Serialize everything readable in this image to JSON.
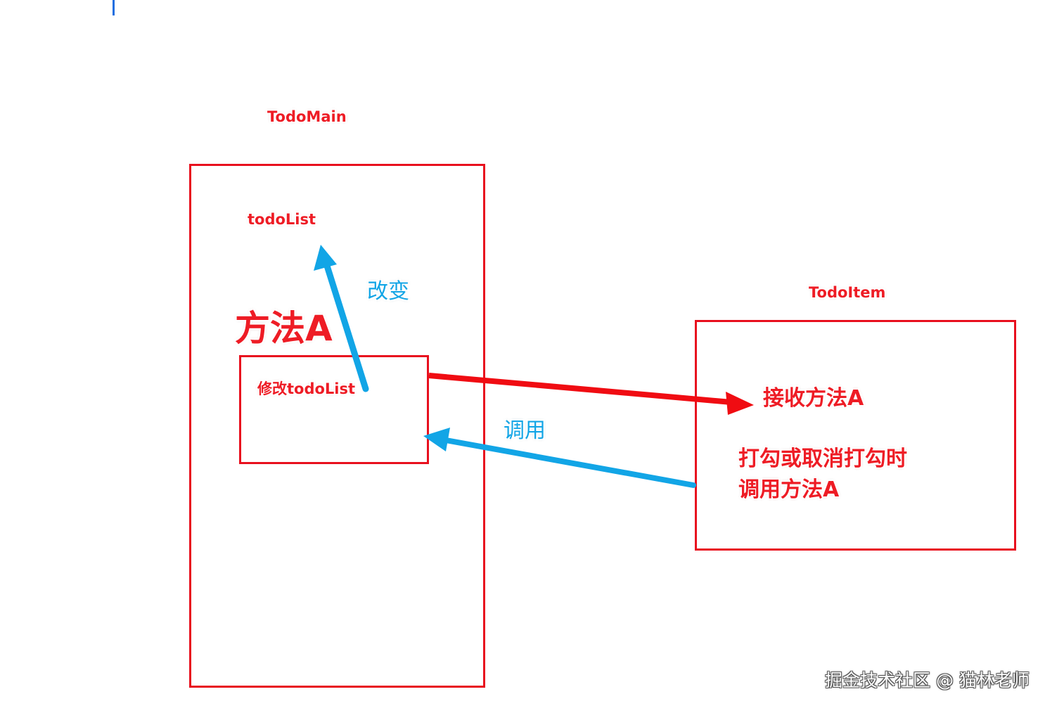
{
  "labels": {
    "todomain": "TodoMain",
    "todolist": "todoList",
    "change": "改变",
    "method_a": "方法A",
    "modify_todolist": "修改todoList",
    "todoitem": "TodoItem",
    "receive_method_a": "接收方法A",
    "call": "调用",
    "check_line1": "打勾或取消打勾时",
    "check_line2": "调用方法A"
  },
  "watermark": "掘金技术社区 @ 猫林老师",
  "colors": {
    "red": "#ee1c25",
    "blue": "#12a5e6",
    "cursor": "#1f6fe0"
  }
}
